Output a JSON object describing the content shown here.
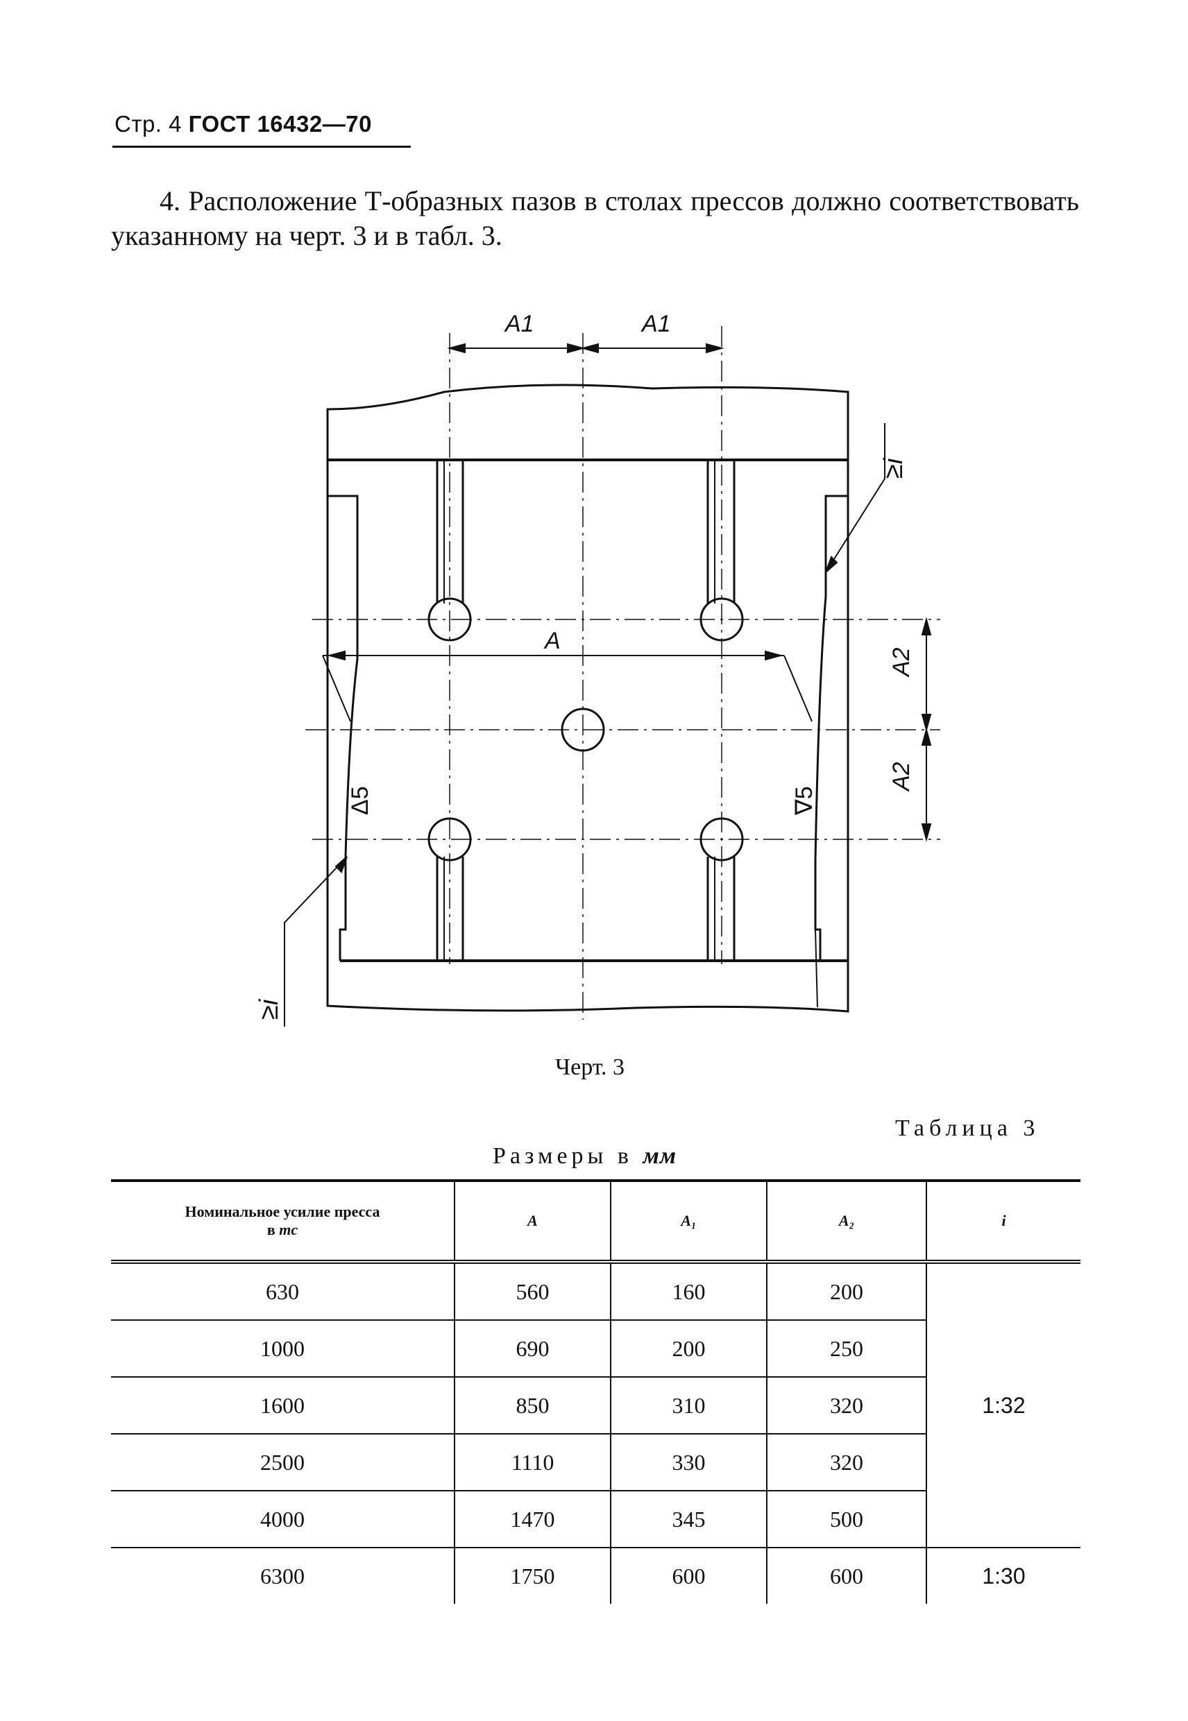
{
  "header": {
    "page": "Стр. 4",
    "standard": "ГОСТ 16432—70"
  },
  "paragraph": "4. Расположение Т-образных пазов в столах прессов должно соответствовать указанному на черт. 3 и в табл. 3.",
  "drawing": {
    "labels": {
      "a1_left": "A1",
      "a1_right": "A1",
      "a": "A",
      "a2_upper": "A2",
      "a2_lower": "A2",
      "i_upper": "≥i",
      "i_lower": "≥i",
      "roughness_left": "Δ5",
      "roughness_right": "∇5"
    },
    "caption": "Черт. 3"
  },
  "table": {
    "title": "Таблица 3",
    "units_prefix": "Размеры в",
    "units": "мм",
    "headers": {
      "force_line1": "Номинальное усилие пресса",
      "force_line2": "в",
      "force_unit": "тс",
      "a": "A",
      "a1": "A₁",
      "a2": "A₂",
      "i": "i"
    },
    "rows": [
      {
        "force": "630",
        "a": "560",
        "a1": "160",
        "a2": "200"
      },
      {
        "force": "1000",
        "a": "690",
        "a1": "200",
        "a2": "250"
      },
      {
        "force": "1600",
        "a": "850",
        "a1": "310",
        "a2": "320"
      },
      {
        "force": "2500",
        "a": "1110",
        "a1": "330",
        "a2": "320"
      },
      {
        "force": "4000",
        "a": "1470",
        "a1": "345",
        "a2": "500"
      },
      {
        "force": "6300",
        "a": "1750",
        "a1": "600",
        "a2": "600"
      }
    ],
    "i_group_1": "1:32",
    "i_group_2": "1:30"
  }
}
